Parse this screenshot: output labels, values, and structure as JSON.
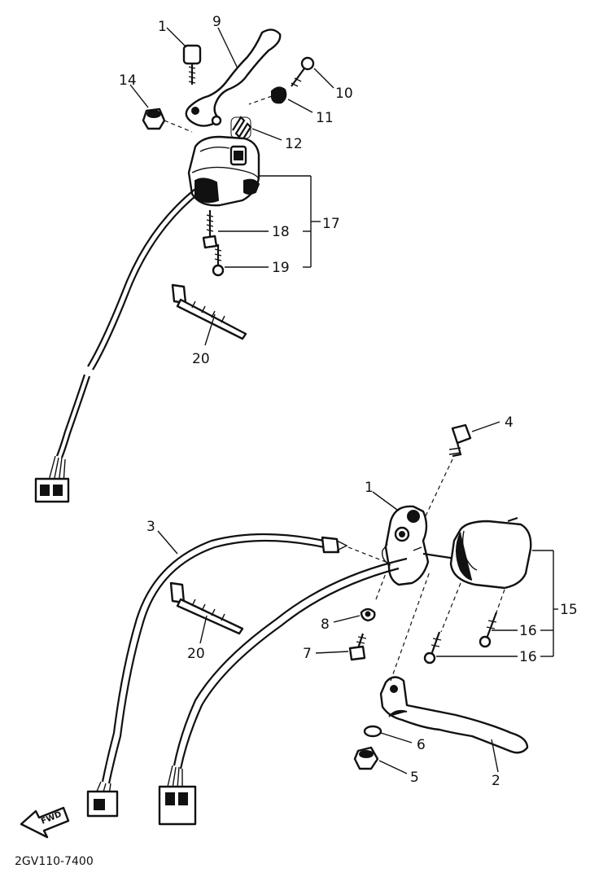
{
  "diagram": {
    "drawing_code": "2GV110-7400",
    "direction_marker": "FWD",
    "callouts": {
      "c1_top": "1",
      "c9": "9",
      "c14": "14",
      "c10": "10",
      "c11": "11",
      "c12": "12",
      "c17": "17",
      "c18": "18",
      "c19": "19",
      "c20_top": "20",
      "c4": "4",
      "c1_bottom": "1",
      "c3": "3",
      "c15": "15",
      "c16_a": "16",
      "c16_b": "16",
      "c8": "8",
      "c7": "7",
      "c20_bottom": "20",
      "c6": "6",
      "c5": "5",
      "c2": "2"
    }
  }
}
